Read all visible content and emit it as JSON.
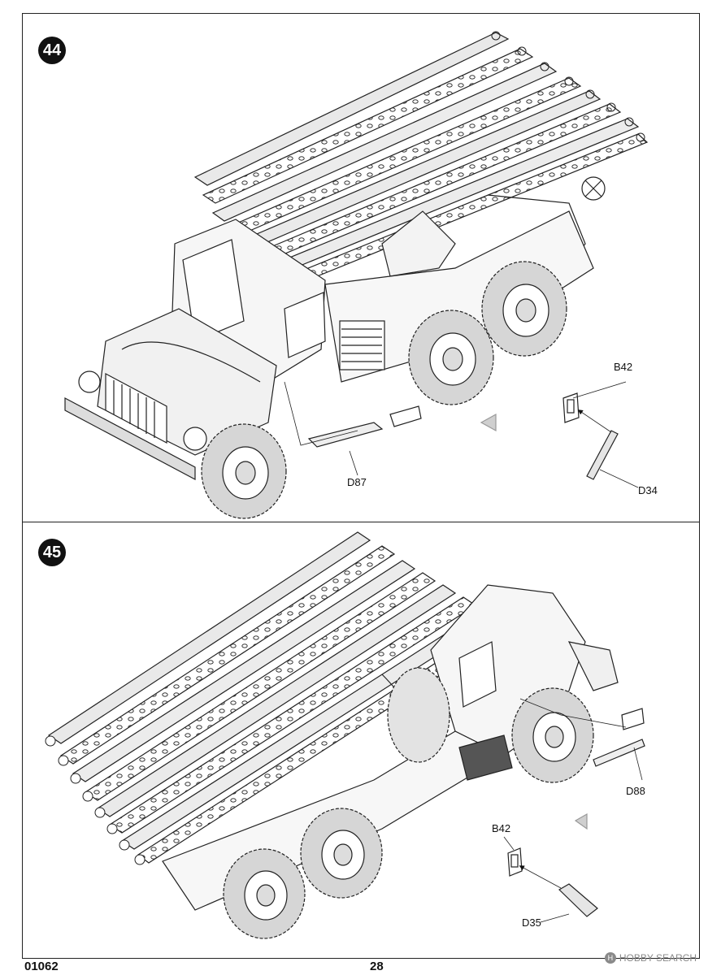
{
  "steps": [
    {
      "number": "44",
      "callouts": {
        "b42": "B42",
        "d87": "D87",
        "d34": "D34"
      }
    },
    {
      "number": "45",
      "callouts": {
        "d88": "D88",
        "b42": "B42",
        "d35": "D35"
      }
    }
  ],
  "footer": {
    "part_number": "01062",
    "page_number": "28"
  },
  "watermark": {
    "text": "HOBBY SEARCH"
  }
}
